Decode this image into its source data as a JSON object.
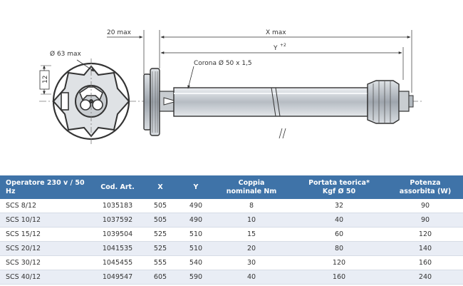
{
  "drawing": {
    "dim_20max": "20 max",
    "dim_xmax": "X max",
    "dim_y": "Y",
    "dim_y_sup": "+2",
    "dim_d63": "Ø 63 max",
    "dim_corona": "Corona Ø 50 x 1,5",
    "dim_12": "12"
  },
  "table": {
    "headers": [
      [
        "Operatore 230 v / 50 Hz"
      ],
      [
        "Cod. Art."
      ],
      [
        "X"
      ],
      [
        "Y"
      ],
      [
        "Coppia",
        "nominale Nm"
      ],
      [
        "Portata teorica*",
        "Kgf Ø 50"
      ],
      [
        "Potenza",
        "assorbita (W)"
      ]
    ],
    "rows": [
      [
        "SCS 8/12",
        "1035183",
        "505",
        "490",
        "8",
        "32",
        "90"
      ],
      [
        "SCS 10/12",
        "1037592",
        "505",
        "490",
        "10",
        "40",
        "90"
      ],
      [
        "SCS 15/12",
        "1039504",
        "525",
        "510",
        "15",
        "60",
        "120"
      ],
      [
        "SCS 20/12",
        "1041535",
        "525",
        "510",
        "20",
        "80",
        "140"
      ],
      [
        "SCS 30/12",
        "1045455",
        "555",
        "540",
        "30",
        "120",
        "160"
      ],
      [
        "SCS 40/12",
        "1049547",
        "605",
        "590",
        "40",
        "160",
        "240"
      ]
    ]
  }
}
